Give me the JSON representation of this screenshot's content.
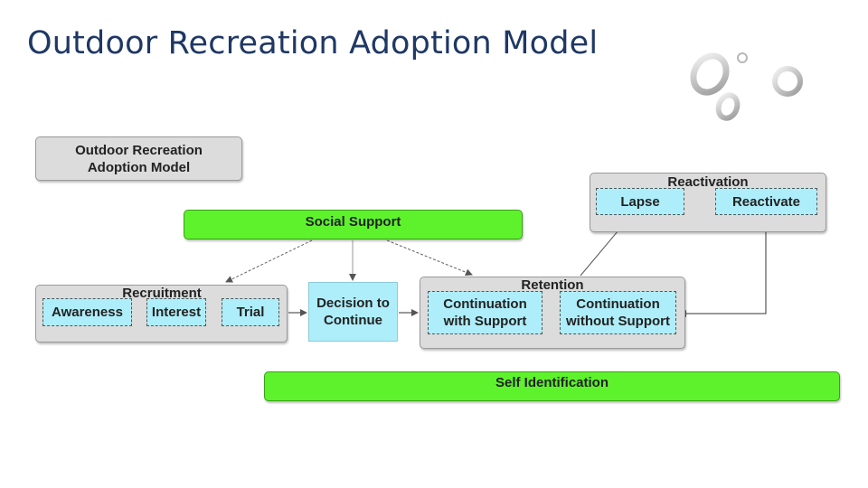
{
  "slide": {
    "title": "Outdoor Recreation Adoption Model"
  },
  "diagram": {
    "header_box": {
      "line1": "Outdoor Recreation",
      "line2": "Adoption Model"
    },
    "social_support": "Social Support",
    "self_identification": "Self Identification",
    "recruitment": {
      "label": "Recruitment",
      "awareness": "Awareness",
      "interest": "Interest",
      "trial": "Trial"
    },
    "decision": {
      "line1": "Decision to",
      "line2": "Continue"
    },
    "retention": {
      "label": "Retention",
      "with_support": {
        "line1": "Continuation",
        "line2": "with Support"
      },
      "without_support": {
        "line1": "Continuation",
        "line2": "without Support"
      }
    },
    "reactivation": {
      "label": "Reactivation",
      "lapse": "Lapse",
      "reactivate": "Reactivate"
    }
  },
  "colors": {
    "title": "#1f3864",
    "green": "#5ef22d",
    "cyan": "#aeeefa",
    "grey": "#dcdcdc"
  }
}
